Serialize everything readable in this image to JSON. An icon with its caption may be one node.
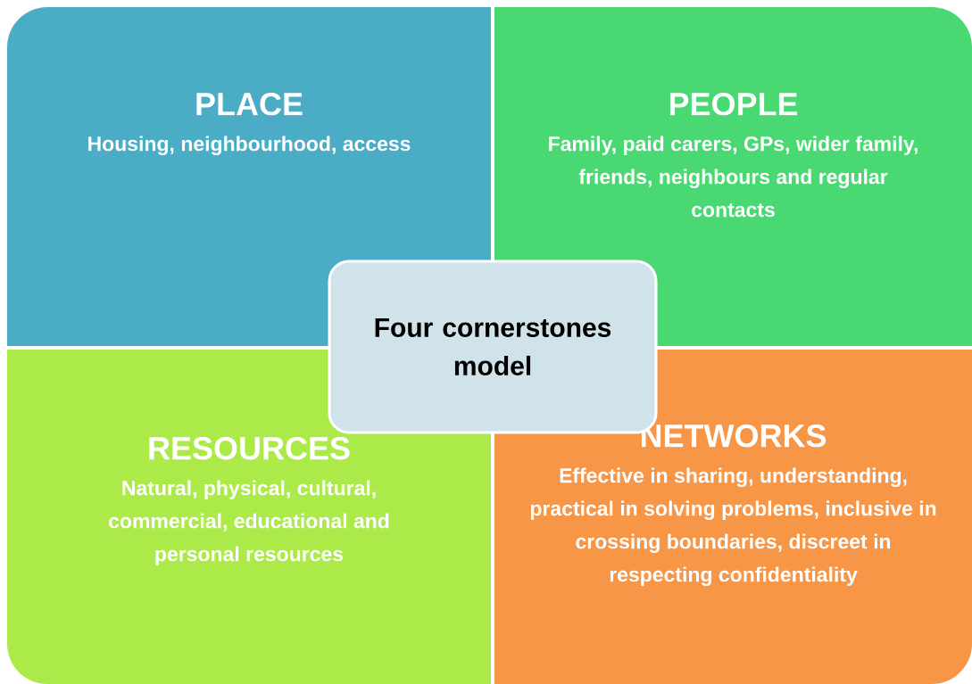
{
  "diagram": {
    "nodes": [
      {
        "text": [
          "PLACE",
          "Housing, neighbourhood, access"
        ]
      },
      {
        "text": [
          "PEOPLE",
          "Family, paid carers, GPs, wider family, friends, neighbours and regular contacts"
        ]
      },
      {
        "text": [
          "RESOURCES",
          "Natural, physical, cultural, commercial, educational and personal resources"
        ]
      },
      {
        "text": [
          "NETWORKS",
          "Effective in sharing, understanding, practical in solving problems, inclusive in crossing boundaries, discreet in respecting confidentiality"
        ]
      },
      {
        "text": [
          "Four cornerstones model"
        ]
      }
    ]
  }
}
